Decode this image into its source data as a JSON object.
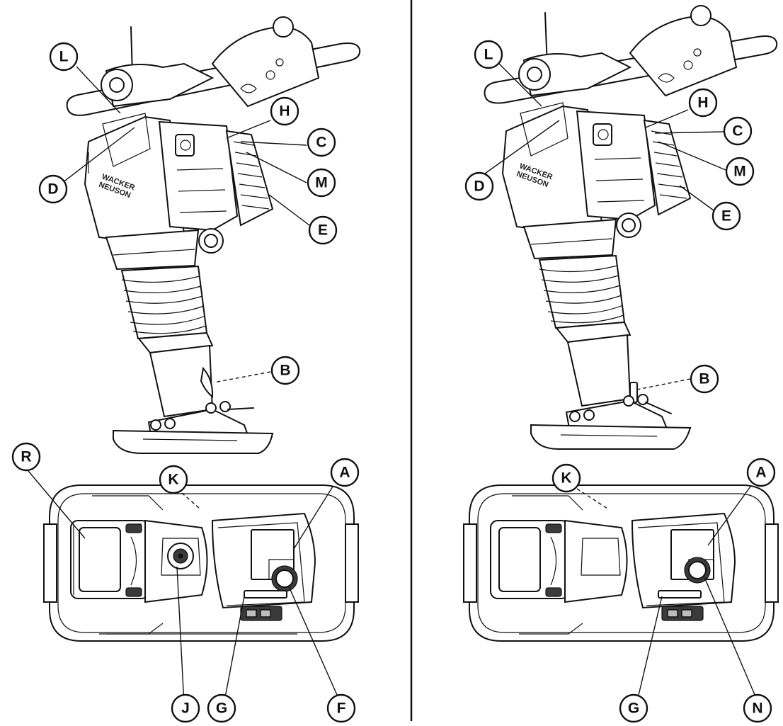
{
  "brand_text": [
    "WACKER",
    "NEUSON"
  ],
  "knob_text": "",
  "left_panel": {
    "labels": [
      "L",
      "D",
      "H",
      "C",
      "M",
      "E",
      "B",
      "K",
      "R",
      "A",
      "J",
      "G",
      "F"
    ]
  },
  "right_panel": {
    "labels": [
      "L",
      "D",
      "H",
      "C",
      "M",
      "E",
      "B",
      "K",
      "A",
      "G",
      "N"
    ]
  }
}
